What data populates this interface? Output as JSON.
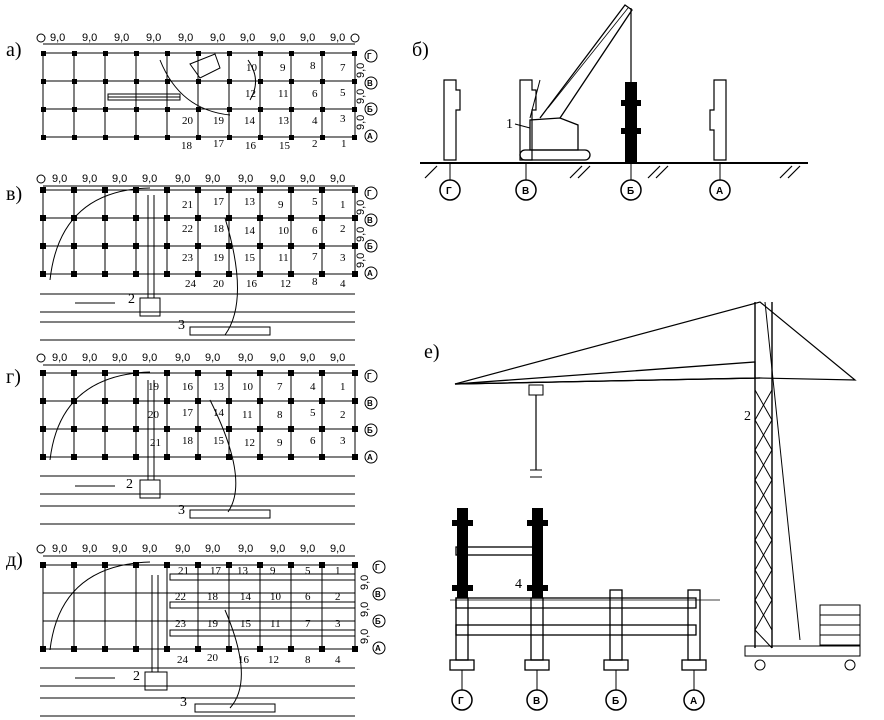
{
  "panel_labels": {
    "a": "а)",
    "b": "б)",
    "v": "в)",
    "g": "г)",
    "d": "д)",
    "e": "е)"
  },
  "span_label": "9,0",
  "axes": [
    "Г",
    "В",
    "Б",
    "А"
  ],
  "callouts": {
    "one": "1",
    "two": "2",
    "three": "3",
    "four": "4"
  },
  "panel_a": {
    "cells": [
      [
        "10",
        "9",
        "8",
        "7"
      ],
      [
        "12",
        "11",
        "6",
        "5"
      ],
      [
        "20",
        "19",
        "14",
        "13",
        "4",
        "3"
      ]
    ],
    "bottom": [
      "18",
      "17",
      "16",
      "15",
      "2",
      "1"
    ]
  },
  "panel_v": {
    "grid": [
      [
        "21",
        "17",
        "13",
        "9",
        "5",
        "1"
      ],
      [
        "22",
        "18",
        "14",
        "10",
        "6",
        "2"
      ],
      [
        "23",
        "19",
        "15",
        "11",
        "7",
        "3"
      ]
    ],
    "bottom": [
      "24",
      "20",
      "16",
      "12",
      "8",
      "4"
    ]
  },
  "panel_g": {
    "grid": [
      [
        "19",
        "16",
        "13",
        "10",
        "7",
        "4",
        "1"
      ],
      [
        "20",
        "17",
        "14",
        "11",
        "8",
        "5",
        "2"
      ],
      [
        "21",
        "18",
        "15",
        "12",
        "9",
        "6",
        "3"
      ]
    ]
  },
  "panel_d": {
    "grid": [
      [
        "21",
        "17",
        "13",
        "9",
        "5",
        "1"
      ],
      [
        "22",
        "18",
        "14",
        "10",
        "6",
        "2"
      ],
      [
        "23",
        "19",
        "15",
        "11",
        "7",
        "3"
      ]
    ],
    "bottom": [
      "24",
      "20",
      "16",
      "12",
      "8",
      "4"
    ]
  }
}
